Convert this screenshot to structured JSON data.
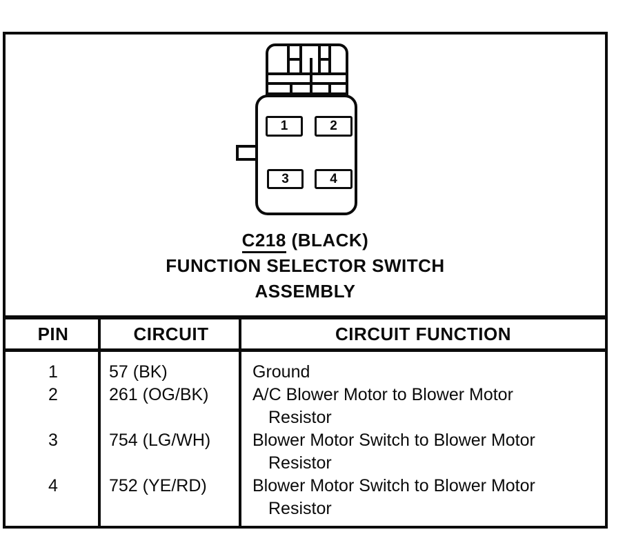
{
  "connector": {
    "id_label": "C218",
    "color_note": "(BLACK)",
    "name_line1": "FUNCTION SELECTOR SWITCH",
    "name_line2": "ASSEMBLY",
    "pins": [
      "1",
      "2",
      "3",
      "4"
    ]
  },
  "table": {
    "headers": [
      "PIN",
      "CIRCUIT",
      "CIRCUIT FUNCTION"
    ],
    "rows": [
      {
        "pin": "1",
        "circuit": "57 (BK)",
        "function_lines": [
          "Ground"
        ]
      },
      {
        "pin": "2",
        "circuit": "261 (OG/BK)",
        "function_lines": [
          "A/C Blower Motor to Blower Motor",
          "Resistor"
        ]
      },
      {
        "pin": "3",
        "circuit": "754 (LG/WH)",
        "function_lines": [
          "Blower Motor Switch to Blower Motor",
          "Resistor"
        ]
      },
      {
        "pin": "4",
        "circuit": "752 (YE/RD)",
        "function_lines": [
          "Blower Motor Switch to Blower Motor",
          "Resistor"
        ]
      }
    ]
  },
  "colors": {
    "ink": "#0b0b0b",
    "paper": "#ffffff"
  }
}
